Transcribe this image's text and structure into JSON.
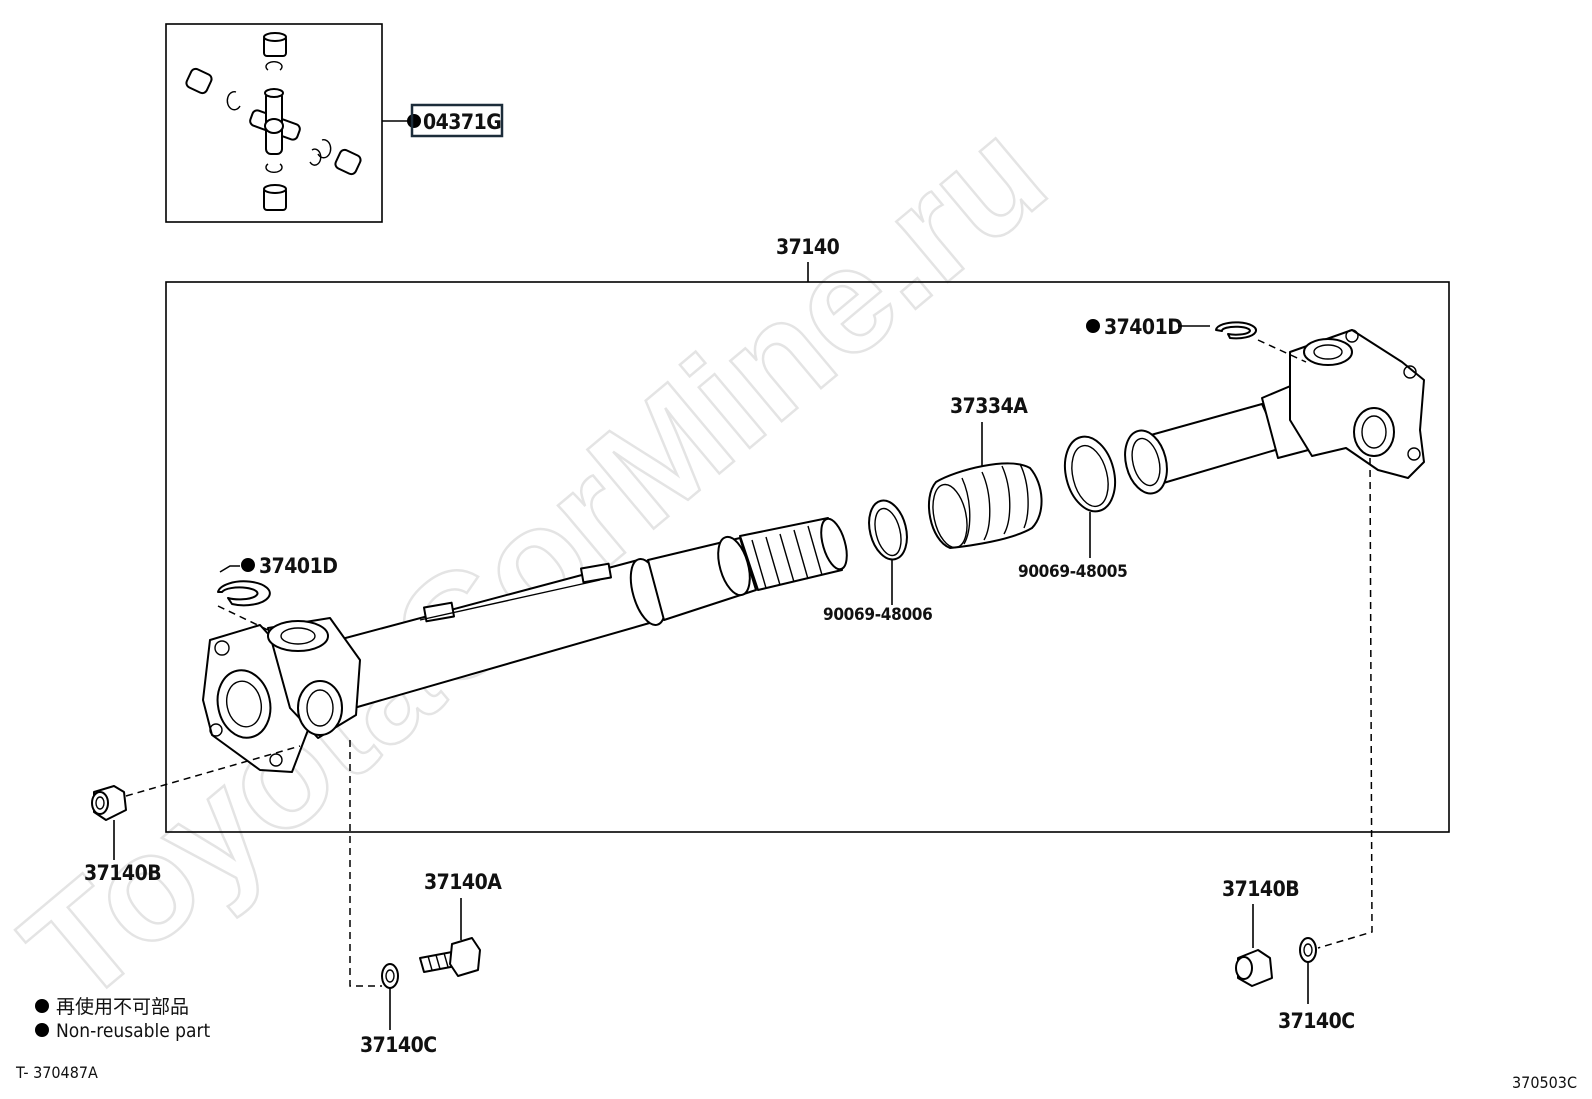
{
  "watermark": "ToyotaCorMine.ru",
  "labels": {
    "assembly": "37140",
    "spider_kit": "04371G",
    "snap_ring_right": "37401D",
    "snap_ring_left": "37401D",
    "boot": "37334A",
    "ring_right": "90069-48005",
    "ring_left": "90069-48006",
    "bushing_left": "37140B",
    "bolt": "37140A",
    "washer_left": "37140C",
    "bushing_right": "37140B",
    "washer_right": "37140C"
  },
  "legend": {
    "japanese": "再使用不可部品",
    "english": "Non-reusable part"
  },
  "footer": {
    "left_code": "T- 370487A",
    "right_code": "370503C"
  }
}
